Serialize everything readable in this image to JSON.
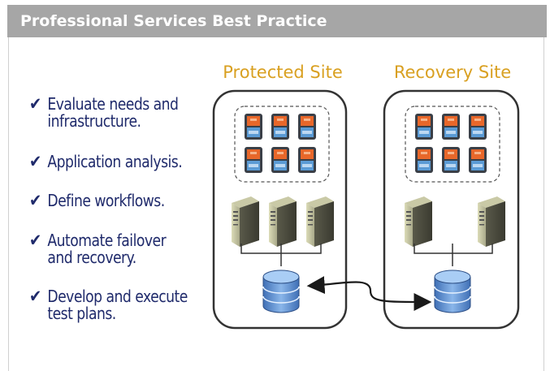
{
  "header": {
    "title": "Professional Services Best Practice"
  },
  "steps": [
    {
      "check": "✔",
      "text": "Evaluate needs and\ninfrastructure."
    },
    {
      "check": "✔",
      "text": "Application analysis."
    },
    {
      "check": "✔",
      "text": "Define workflows."
    },
    {
      "check": "✔",
      "text": "Automate failover\nand recovery."
    },
    {
      "check": "✔",
      "text": "Develop and execute\ntest plans."
    }
  ],
  "sites": {
    "protected": {
      "label": "Protected Site",
      "vm_count": 6,
      "server_count": 3
    },
    "recovery": {
      "label": "Recovery Site",
      "vm_count": 6,
      "server_count": 2
    }
  },
  "colors": {
    "header_bg": "#a6a6a6",
    "step_text": "#1f2a6b",
    "site_label": "#d9a021",
    "vm_orange": "#e8672a",
    "vm_blue": "#5b9bd5",
    "database_blue": "#5b8fd0"
  },
  "icons": [
    "check-icon",
    "vm-icon",
    "server-icon",
    "database-icon",
    "replication-arrow-icon"
  ]
}
